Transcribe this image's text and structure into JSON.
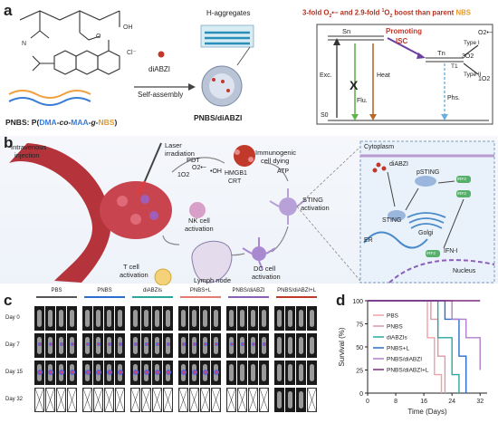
{
  "panel_a": {
    "letter": "a",
    "polymer_title_prefix": "PNBS: P(",
    "polymer_dma": "DMA",
    "polymer_co1": "-co-",
    "polymer_maa": "MAA",
    "polymer_g": "-g-",
    "polymer_nbs": "NBS",
    "polymer_suffix": ")",
    "drug_label": "diABZI",
    "self_assembly_label": "Self-assembly",
    "nanoparticle_label": "PNBS/diABZI",
    "h_aggregates_label": "H-aggregates",
    "boost_text_1": "3-fold O",
    "boost_text_2": "2",
    "boost_text_3": "•− and 2.9-fold ",
    "boost_text_4": "1",
    "boost_text_5": "O",
    "boost_text_6": "2",
    "boost_text_7": " boost than parent ",
    "boost_text_8": "NBS",
    "jablonski": {
      "sn": "Sn",
      "s0": "S0",
      "tn": "Tn",
      "t1": "T1",
      "promoting": "Promoting",
      "isc": "ISC",
      "exc": "Exc.",
      "heat": "Heat",
      "flu": "Flu.",
      "phs": "Phs.",
      "x_mark": "X",
      "type1": "Type I",
      "type2": "Type II",
      "o2_radical": "O2•−",
      "o2_triplet": "3O2",
      "o2_singlet": "1O2"
    }
  },
  "panel_b": {
    "letter": "b",
    "intravenous": "Intravenous",
    "injection": "injection",
    "laser": "Laser",
    "irradiation": "irradiation",
    "pdt": "PDT",
    "singlet_o2": "1O2",
    "superoxide": "O2•−",
    "hydroxyl": "•OH",
    "immunogenic": "Immunogenic",
    "cell_dying": "cell dying",
    "hmgb1": "HMGB1",
    "crt": "CRT",
    "atp": "ATP",
    "sting_activation_1": "STING",
    "sting_activation_2": "activation",
    "nk_1": "NK cell",
    "nk_2": "activation",
    "t_1": "T cell",
    "t_2": "activation",
    "lymph_node": "Lymph node",
    "dc_1": "DC cell",
    "dc_2": "activation",
    "cytoplasm": "Cytoplasm",
    "diabzi": "diABZI",
    "psting": "pSTING",
    "sting": "STING",
    "golgi": "Golgi",
    "er": "ER",
    "ifn": "IFN-I",
    "nucleus": "Nucleus",
    "irf3": "IRF3"
  },
  "panel_c": {
    "letter": "c",
    "groups": [
      "PBS",
      "PNBS",
      "diABZIs",
      "PNBS+L",
      "PNBS/diABZI",
      "PNBS/diABZI+L"
    ],
    "group_colors": [
      "#555555",
      "#2a6ecf",
      "#2aa7a0",
      "#e57c6e",
      "#8a5fb8",
      "#c0392b"
    ],
    "days": [
      "Day 0",
      "Day 7",
      "Day 15",
      "Day 32"
    ]
  },
  "panel_d": {
    "letter": "d",
    "chart_data": {
      "type": "line",
      "xlabel": "Time (Days)",
      "ylabel": "Survival (%)",
      "xlim": [
        0,
        34
      ],
      "ylim": [
        0,
        100
      ],
      "xticks": [
        0,
        8,
        16,
        24,
        32
      ],
      "yticks": [
        0,
        25,
        50,
        75,
        100
      ],
      "legend_placement": "bottom-left",
      "series": [
        {
          "name": "PBS",
          "color": "#f2a0a8",
          "x": [
            0,
            17,
            17,
            19,
            19,
            21,
            21
          ],
          "y": [
            100,
            100,
            60,
            60,
            20,
            20,
            0
          ]
        },
        {
          "name": "PNBS",
          "color": "#d99aa8",
          "x": [
            0,
            18,
            18,
            20,
            20,
            22,
            22
          ],
          "y": [
            100,
            100,
            80,
            80,
            40,
            40,
            0
          ]
        },
        {
          "name": "diABZIs",
          "color": "#2aa7a0",
          "x": [
            0,
            20,
            20,
            24,
            24,
            26,
            26
          ],
          "y": [
            100,
            100,
            60,
            60,
            20,
            20,
            0
          ]
        },
        {
          "name": "PNBS+L",
          "color": "#2a6ecf",
          "x": [
            0,
            22,
            22,
            26,
            26,
            28,
            28
          ],
          "y": [
            100,
            100,
            80,
            80,
            40,
            40,
            0
          ]
        },
        {
          "name": "PNBS/diABZI",
          "color": "#b07fc9",
          "x": [
            0,
            24,
            24,
            28,
            28,
            32,
            32
          ],
          "y": [
            100,
            100,
            80,
            80,
            60,
            60,
            25
          ]
        },
        {
          "name": "PNBS/diABZI+L",
          "color": "#7a2a7a",
          "x": [
            0,
            32
          ],
          "y": [
            100,
            100
          ]
        }
      ]
    }
  }
}
